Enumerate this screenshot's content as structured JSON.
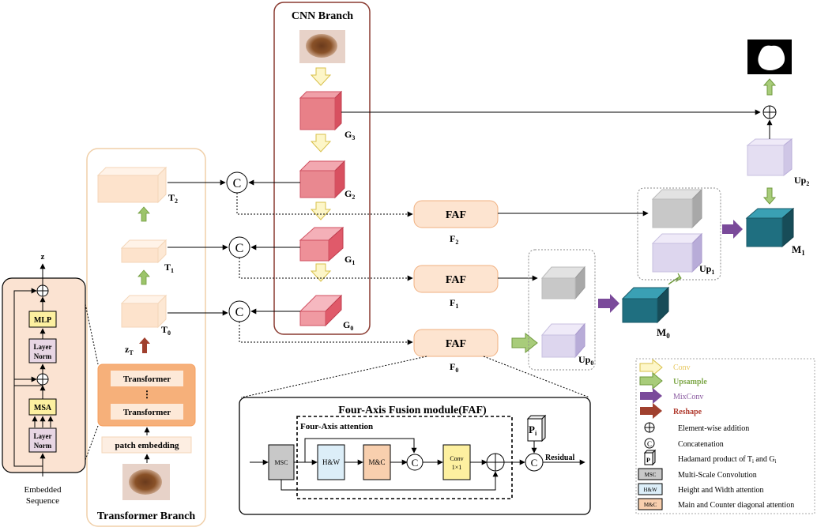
{
  "branches": {
    "cnn_title": "CNN Branch",
    "transformer_title": "Transformer Branch"
  },
  "cnn": {
    "g3": "G",
    "g3_sub": "3",
    "g2": "G",
    "g2_sub": "2",
    "g1": "G",
    "g1_sub": "1",
    "g0": "G",
    "g0_sub": "0"
  },
  "transformer": {
    "t2": "T",
    "t2_sub": "2",
    "t1": "T",
    "t1_sub": "1",
    "t0": "T",
    "t0_sub": "0",
    "zt": "z",
    "zt_sub": "T",
    "block_top": "Transformer",
    "dots": "⋮",
    "block_bottom": "Transformer",
    "patch_embedding": "patch embedding"
  },
  "encoder_detail": {
    "z_label": "z",
    "mlp": "MLP",
    "layer_norm_1a": "Layer",
    "layer_norm_1b": "Norm",
    "msa": "MSA",
    "layer_norm_2a": "Layer",
    "layer_norm_2b": "Norm",
    "input_line1": "Embedded",
    "input_line2": "Sequence"
  },
  "concat_symbol": "C",
  "faf": {
    "label": "FAF",
    "f2": "F",
    "f2_sub": "2",
    "f1": "F",
    "f1_sub": "1",
    "f0": "F",
    "f0_sub": "0"
  },
  "decoder": {
    "up0": "Up",
    "up0_sub": "0",
    "up1": "Up",
    "up1_sub": "1",
    "up2": "Up",
    "up2_sub": "2",
    "m0": "M",
    "m0_sub": "0",
    "m1": "M",
    "m1_sub": "1"
  },
  "faf_module": {
    "title": "Four-Axis Fusion module(FAF)",
    "subtitle": "Four-Axis attention",
    "msc": "MSC",
    "hw": "H&W",
    "mc": "M&C",
    "concat": "C",
    "conv_line1": "Conv",
    "conv_line2": "1×1",
    "pi": "P",
    "pi_sub": "i",
    "residual": "Residual"
  },
  "legend": [
    {
      "label": "Conv",
      "color": "#f0e08a"
    },
    {
      "label": "Upsample",
      "color": "#8ab04a"
    },
    {
      "label": "MixConv",
      "color": "#8a5aa0"
    },
    {
      "label": "Reshape",
      "color": "#b03a2e"
    },
    {
      "label": "Element-wise addition"
    },
    {
      "label": "Concatenation"
    },
    {
      "label": "Hadamard product of T",
      "sub1": "i",
      "mid": " and G",
      "sub2": "i"
    },
    {
      "label": "Multi-Scale Convolution",
      "tag": "MSC"
    },
    {
      "label": "Height and Width attention",
      "tag": "H&W"
    },
    {
      "label": "Main and Counter diagonal attention",
      "tag": "M&C"
    }
  ],
  "colors": {
    "cnn_red": "#e88088",
    "transformer_peach": "#fde3cc",
    "faf_fill": "#fde4d0",
    "decoder_teal": "#1f6f80",
    "decoder_gray": "#c4c4c4",
    "decoder_lavender": "#ddd6ee"
  }
}
